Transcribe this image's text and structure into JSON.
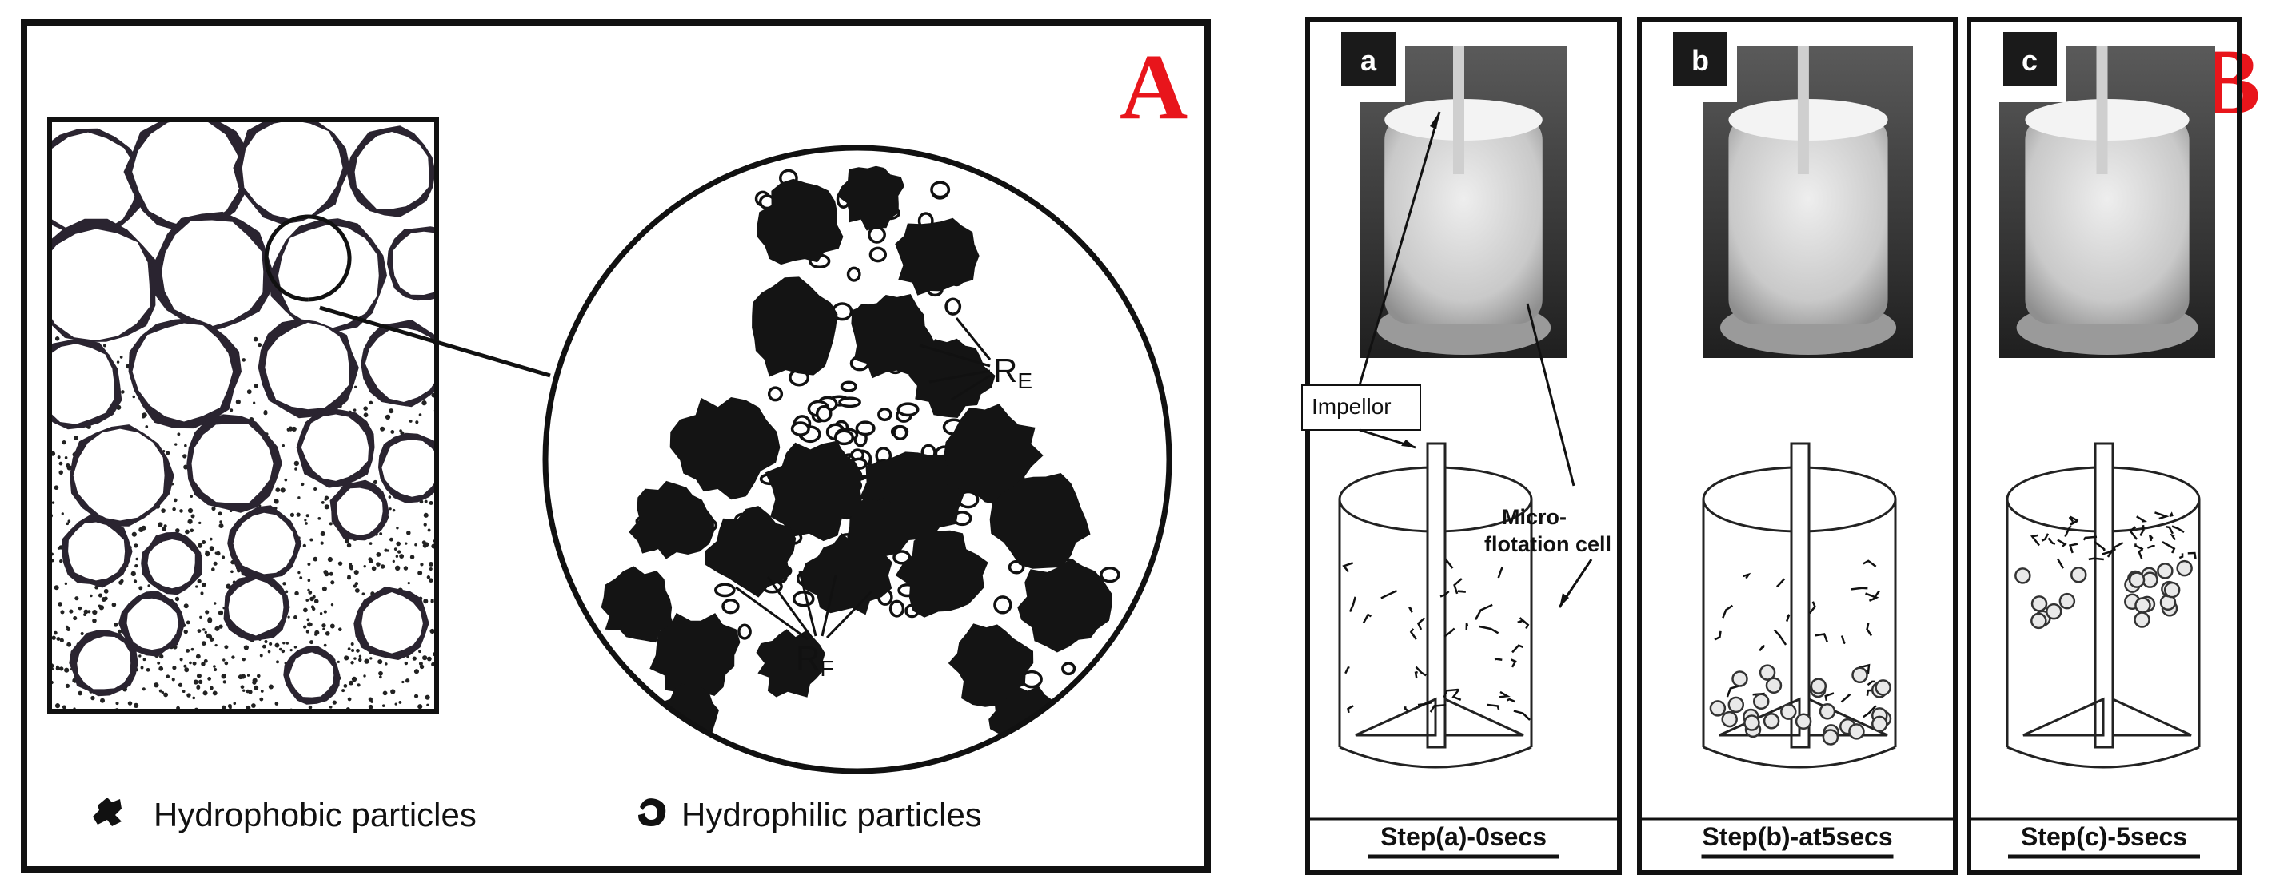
{
  "panel_a": {
    "letter": "A",
    "label_re_main": "R",
    "label_re_sub": "E",
    "label_rf_main": "R",
    "label_rf_sub": "F",
    "legend": {
      "hydrophobic": "Hydrophobic particles",
      "hydrophilic": "Hydrophilic particles"
    }
  },
  "panel_b": {
    "letter": "B",
    "impeller_label": "Impellor",
    "cell_label_line1": "Micro-",
    "cell_label_line2": "flotation cell",
    "steps": [
      {
        "tag": "a",
        "caption": "Step(a)-0secs"
      },
      {
        "tag": "b",
        "caption": "Step(b)-at5secs"
      },
      {
        "tag": "c",
        "caption": "Step(c)-5secs"
      }
    ]
  },
  "colors": {
    "accent_letter": "#e8151b",
    "ink": "#111111",
    "photo_bg": "#2e2e2e",
    "liquid": "#d9d9d9"
  }
}
